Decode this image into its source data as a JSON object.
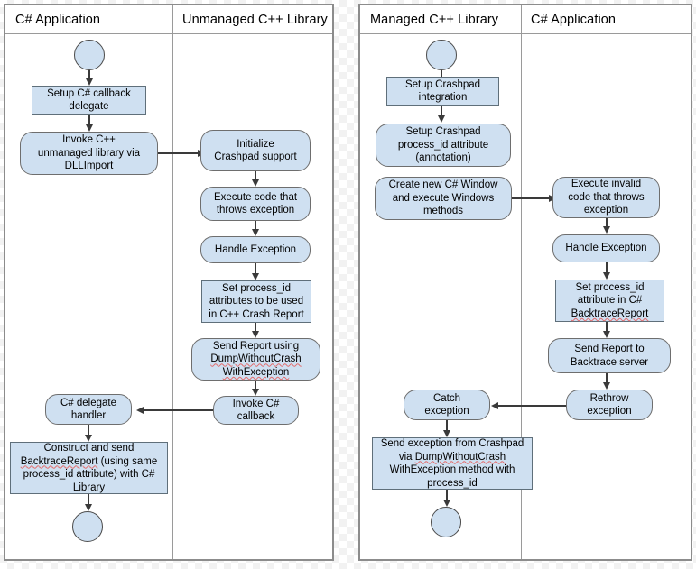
{
  "diagram": {
    "type": "uml-activity-swimlane",
    "title": "Crashpad / Backtrace exception reporting flows",
    "style": {
      "node_fill": "#cfe0f1",
      "node_border": "#6e6e6e",
      "edge_color": "#3a3a3a",
      "panel_border": "#8c8c8c",
      "lane_divider": "#9a9a9a",
      "spellcheck_underline": "#e36b6b",
      "page_background": "#ffffff"
    }
  },
  "panels": [
    {
      "id": "left-panel",
      "name": "unmanaged-cpp-flow",
      "lanes": [
        {
          "id": "left-lane-1",
          "label": "C# Application"
        },
        {
          "id": "left-lane-2",
          "label": "Unmanaged C++ Library"
        }
      ],
      "nodes": [
        {
          "id": "l-start",
          "name": "start-node",
          "kind": "terminal",
          "lane": 1,
          "label": ""
        },
        {
          "id": "l-setup",
          "name": "setup-csharp-callback-delegate",
          "kind": "rect",
          "lane": 1,
          "label": "Setup C# callback\ndelegate"
        },
        {
          "id": "l-invoke-cpp",
          "name": "invoke-cpp-unmanaged-library",
          "kind": "action",
          "lane": 1,
          "label": "Invoke C++\nunmanaged library via\nDLLImport"
        },
        {
          "id": "l-init",
          "name": "initialize-crashpad-support",
          "kind": "action",
          "lane": 2,
          "label": "Initialize\nCrashpad support"
        },
        {
          "id": "l-throw",
          "name": "execute-code-throws-exception",
          "kind": "action",
          "lane": 2,
          "label": "Execute code that\nthrows exception"
        },
        {
          "id": "l-handle",
          "name": "handle-exception",
          "kind": "action",
          "lane": 2,
          "label": "Handle Exception"
        },
        {
          "id": "l-setattrs",
          "name": "set-process-id-attributes",
          "kind": "rect",
          "lane": 2,
          "label": "Set process_id\nattributes to be used\nin C++ Crash Report"
        },
        {
          "id": "l-sendreport",
          "name": "send-report-dumpwithoutcrash",
          "kind": "action",
          "lane": 2,
          "label": "Send Report using\nDumpWithoutCrash\nWithException",
          "spell_lines": [
            1,
            2
          ]
        },
        {
          "id": "l-invoke-cb",
          "name": "invoke-csharp-callback",
          "kind": "action",
          "lane": 2,
          "label": "Invoke C#\ncallback"
        },
        {
          "id": "l-delegate",
          "name": "csharp-delegate-handler",
          "kind": "action",
          "lane": 1,
          "label": "C# delegate\nhandler"
        },
        {
          "id": "l-construct",
          "name": "construct-send-backtracereport",
          "kind": "rect",
          "lane": 1,
          "label": "Construct and send\nBacktraceReport (using same\nprocess_id attribute) with C#\nLibrary",
          "spell_words": [
            "BacktraceReport"
          ]
        },
        {
          "id": "l-end",
          "name": "end-node",
          "kind": "terminal",
          "lane": 1,
          "label": ""
        }
      ]
    },
    {
      "id": "right-panel",
      "name": "managed-cpp-flow",
      "lanes": [
        {
          "id": "right-lane-1",
          "label": "Managed C++ Library"
        },
        {
          "id": "right-lane-2",
          "label": "C# Application"
        }
      ],
      "nodes": [
        {
          "id": "r-start",
          "name": "start-node",
          "kind": "terminal",
          "lane": 1,
          "label": ""
        },
        {
          "id": "r-setup",
          "name": "setup-crashpad-integration",
          "kind": "rect",
          "lane": 1,
          "label": "Setup Crashpad\nintegration"
        },
        {
          "id": "r-attr",
          "name": "setup-crashpad-process-id-attribute",
          "kind": "action",
          "lane": 1,
          "label": "Setup Crashpad\nprocess_id attribute\n(annotation)"
        },
        {
          "id": "r-window",
          "name": "create-csharp-window",
          "kind": "action",
          "lane": 1,
          "label": "Create new C# Window\nand execute Windows\nmethods"
        },
        {
          "id": "r-invalid",
          "name": "execute-invalid-code",
          "kind": "action",
          "lane": 2,
          "label": "Execute invalid\ncode that throws\nexception"
        },
        {
          "id": "r-handle",
          "name": "handle-exception",
          "kind": "action",
          "lane": 2,
          "label": "Handle Exception"
        },
        {
          "id": "r-setattr",
          "name": "set-process-id-attribute-backtracereport",
          "kind": "rect",
          "lane": 2,
          "label": "Set process_id\nattribute in C#\nBacktraceReport",
          "spell_words": [
            "BacktraceReport"
          ]
        },
        {
          "id": "r-send",
          "name": "send-report-backtrace-server",
          "kind": "action",
          "lane": 2,
          "label": "Send Report to\nBacktrace server"
        },
        {
          "id": "r-rethrow",
          "name": "rethrow-exception",
          "kind": "action",
          "lane": 2,
          "label": "Rethrow\nexception"
        },
        {
          "id": "r-catch",
          "name": "catch-exception",
          "kind": "action",
          "lane": 1,
          "label": "Catch\nexception"
        },
        {
          "id": "r-sendexc",
          "name": "send-exception-from-crashpad",
          "kind": "rect",
          "lane": 1,
          "label": "Send exception from Crashpad\nvia DumpWithoutCrash\nWithException method with\nprocess_id",
          "spell_words": [
            "DumpWithoutCrash"
          ]
        },
        {
          "id": "r-end",
          "name": "end-node",
          "kind": "terminal",
          "lane": 1,
          "label": ""
        }
      ]
    }
  ]
}
